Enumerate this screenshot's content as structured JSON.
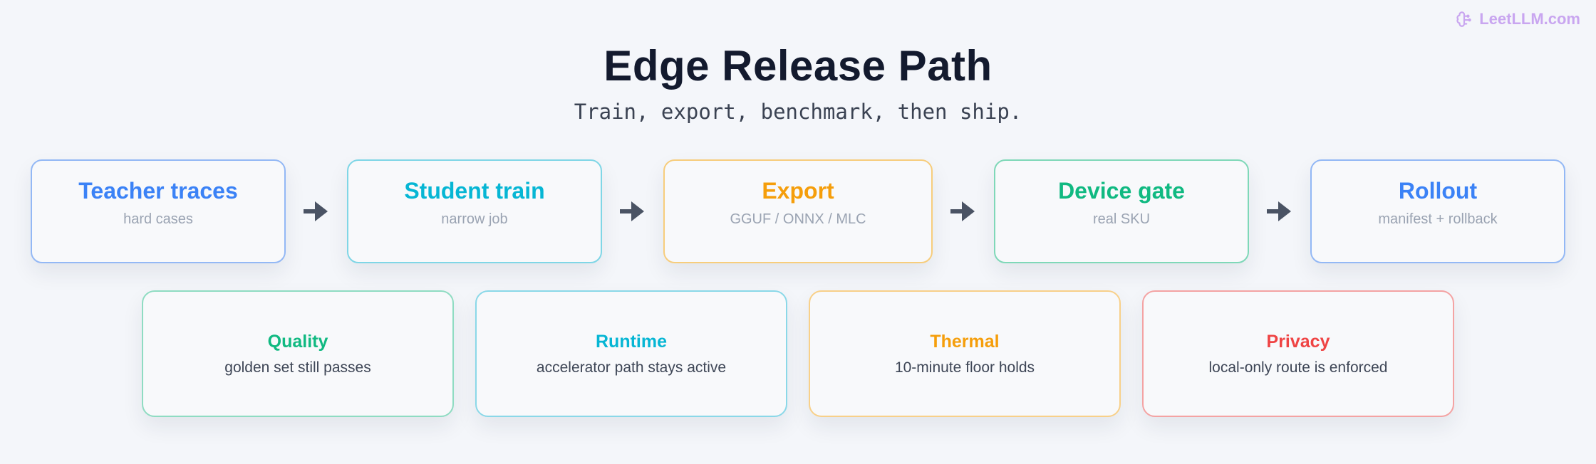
{
  "brand": {
    "text": "LeetLLM.com",
    "icon": "brain-icon",
    "color": "#c9a6f0"
  },
  "title": "Edge Release Path",
  "subtitle": "Train, export, benchmark, then ship.",
  "stages": [
    {
      "title": "Teacher traces",
      "sub": "hard cases",
      "color": "#3b82f6",
      "border": "#93b8f5"
    },
    {
      "title": "Student train",
      "sub": "narrow job",
      "color": "#06b6d4",
      "border": "#7fd6e6"
    },
    {
      "title": "Export",
      "sub": "GGUF / ONNX / MLC",
      "color": "#f59e0b",
      "border": "#f7cd7c"
    },
    {
      "title": "Device gate",
      "sub": "real SKU",
      "color": "#10b981",
      "border": "#7fd8b8"
    },
    {
      "title": "Rollout",
      "sub": "manifest + rollback",
      "color": "#3b82f6",
      "border": "#93b8f5"
    }
  ],
  "checks": [
    {
      "title": "Quality",
      "sub": "golden set still passes",
      "color": "#10b981",
      "border": "#8fdcc2"
    },
    {
      "title": "Runtime",
      "sub": "accelerator path stays active",
      "color": "#06b6d4",
      "border": "#8ad8e8"
    },
    {
      "title": "Thermal",
      "sub": "10-minute floor holds",
      "color": "#f59e0b",
      "border": "#f8d089"
    },
    {
      "title": "Privacy",
      "sub": "local-only route is enforced",
      "color": "#ef4444",
      "border": "#f4a3a3"
    }
  ],
  "arrow_color": "#4a5364"
}
